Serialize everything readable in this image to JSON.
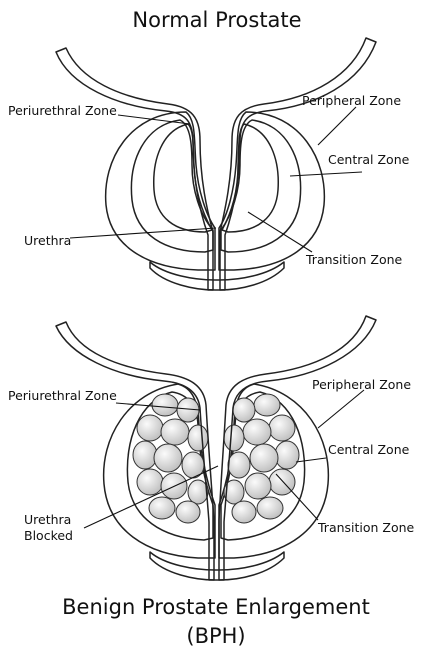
{
  "colors": {
    "background": "#ffffff",
    "outline": "#222222",
    "tissue_light": "#f1f1f1",
    "tissue_mid": "#d6d6d6",
    "transition_zone_shade": "#9a9a9a",
    "nodule_fill": "#e2e2e2"
  },
  "top_diagram": {
    "title": "Normal Prostate",
    "labels": {
      "periurethral": "Periurethral Zone",
      "peripheral": "Peripheral Zone",
      "central": "Central Zone",
      "urethra": "Urethra",
      "transition": "Transition Zone"
    }
  },
  "bottom_diagram": {
    "title_line1": "Benign Prostate Enlargement",
    "title_line2": "(BPH)",
    "labels": {
      "periurethral": "Periurethral Zone",
      "peripheral": "Peripheral Zone",
      "central": "Central Zone",
      "urethra_line1": "Urethra",
      "urethra_line2": "Blocked",
      "transition": "Transition Zone"
    }
  }
}
